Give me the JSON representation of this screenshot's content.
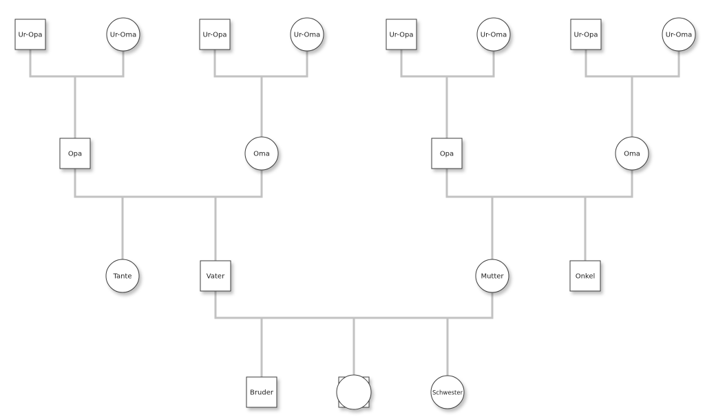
{
  "diagram": {
    "nodes": [
      {
        "id": "ur-opa-1",
        "label": "Ur-Opa",
        "shape": "square"
      },
      {
        "id": "ur-oma-1",
        "label": "Ur-Oma",
        "shape": "circle"
      },
      {
        "id": "ur-opa-2",
        "label": "Ur-Opa",
        "shape": "square"
      },
      {
        "id": "ur-oma-2",
        "label": "Ur-Oma",
        "shape": "circle"
      },
      {
        "id": "ur-opa-3",
        "label": "Ur-Opa",
        "shape": "square"
      },
      {
        "id": "ur-oma-3",
        "label": "Ur-Oma",
        "shape": "circle"
      },
      {
        "id": "ur-opa-4",
        "label": "Ur-Opa",
        "shape": "square"
      },
      {
        "id": "ur-oma-4",
        "label": "Ur-Oma",
        "shape": "circle"
      },
      {
        "id": "opa-paternal",
        "label": "Opa",
        "shape": "square"
      },
      {
        "id": "oma-paternal",
        "label": "Oma",
        "shape": "circle"
      },
      {
        "id": "opa-maternal",
        "label": "Opa",
        "shape": "square"
      },
      {
        "id": "oma-maternal",
        "label": "Oma",
        "shape": "circle"
      },
      {
        "id": "tante",
        "label": "Tante",
        "shape": "circle"
      },
      {
        "id": "vater",
        "label": "Vater",
        "shape": "square"
      },
      {
        "id": "mutter",
        "label": "Mutter",
        "shape": "circle"
      },
      {
        "id": "onkel",
        "label": "Onkel",
        "shape": "square"
      },
      {
        "id": "bruder",
        "label": "Bruder",
        "shape": "square"
      },
      {
        "id": "self",
        "label": "",
        "shape": "circle-over-square"
      },
      {
        "id": "schwester",
        "label": "Schwester",
        "shape": "circle"
      }
    ],
    "families": [
      {
        "parents": [
          "ur-opa-1",
          "ur-oma-1"
        ],
        "children": [
          "opa-paternal"
        ]
      },
      {
        "parents": [
          "ur-opa-2",
          "ur-oma-2"
        ],
        "children": [
          "oma-paternal"
        ]
      },
      {
        "parents": [
          "ur-opa-3",
          "ur-oma-3"
        ],
        "children": [
          "opa-maternal"
        ]
      },
      {
        "parents": [
          "ur-opa-4",
          "ur-oma-4"
        ],
        "children": [
          "oma-maternal"
        ]
      },
      {
        "parents": [
          "opa-paternal",
          "oma-paternal"
        ],
        "children": [
          "tante",
          "vater"
        ]
      },
      {
        "parents": [
          "opa-maternal",
          "oma-maternal"
        ],
        "children": [
          "mutter",
          "onkel"
        ]
      },
      {
        "parents": [
          "vater",
          "mutter"
        ],
        "children": [
          "bruder",
          "self",
          "schwester"
        ]
      }
    ]
  }
}
